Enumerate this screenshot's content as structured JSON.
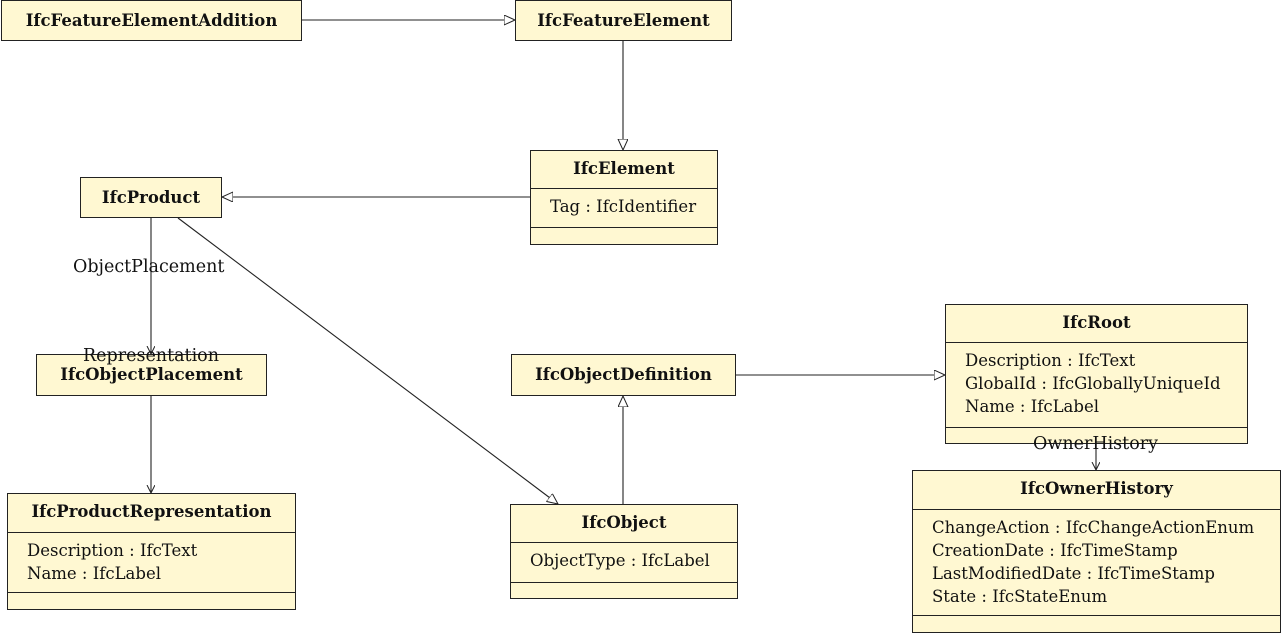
{
  "classes": {
    "feature_element_addition": {
      "name": "IfcFeatureElementAddition"
    },
    "feature_element": {
      "name": "IfcFeatureElement"
    },
    "element": {
      "name": "IfcElement",
      "attributes": [
        "Tag : IfcIdentifier"
      ]
    },
    "product": {
      "name": "IfcProduct"
    },
    "object_placement": {
      "name": "IfcObjectPlacement"
    },
    "product_representation": {
      "name": "IfcProductRepresentation",
      "attributes": [
        "Description : IfcText",
        "Name : IfcLabel"
      ]
    },
    "object_definition": {
      "name": "IfcObjectDefinition"
    },
    "object": {
      "name": "IfcObject",
      "attributes": [
        "ObjectType : IfcLabel"
      ]
    },
    "root": {
      "name": "IfcRoot",
      "attributes": [
        "Description : IfcText",
        "GlobalId : IfcGloballyUniqueId",
        "Name : IfcLabel"
      ]
    },
    "owner_history": {
      "name": "IfcOwnerHistory",
      "attributes": [
        "ChangeAction : IfcChangeActionEnum",
        "CreationDate : IfcTimeStamp",
        "LastModifiedDate : IfcTimeStamp",
        "State : IfcStateEnum"
      ]
    }
  },
  "relations": {
    "object_placement": "ObjectPlacement",
    "representation": "Representation",
    "owner_history": "OwnerHistory"
  },
  "colors": {
    "class_fill": "#fff8d2",
    "stroke": "#222222"
  }
}
